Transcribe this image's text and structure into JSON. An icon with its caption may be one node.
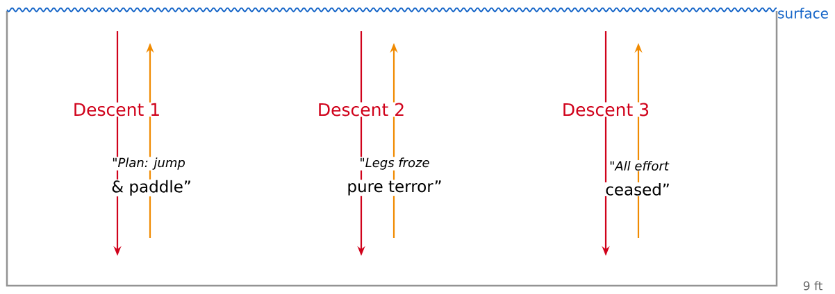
{
  "diagram": {
    "labels": [
      "surface",
      "Descent 1",
      "Descent 2",
      "Descent 3",
      "\"Plan: jump",
      "\"Legs froze",
      "\"All effort",
      "& paddle”",
      "pure terror”",
      "ceased”",
      "9 ft"
    ]
  }
}
